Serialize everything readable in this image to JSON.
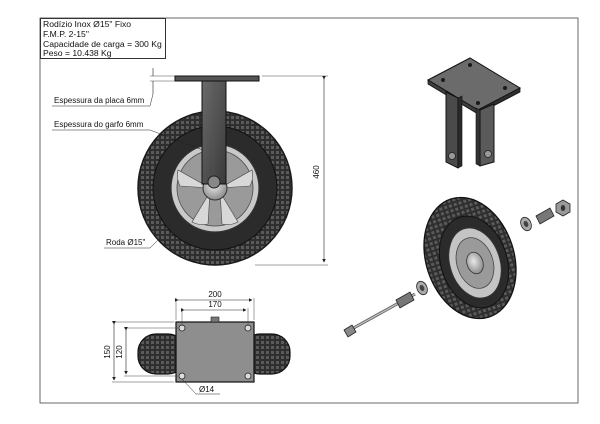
{
  "title_block": {
    "line1": "Rodízio Inox Ø15\" Fixo",
    "line2": "F.M.P. 2-15\"",
    "line3": "Capacidade de carga = 300 Kg",
    "line4": "Peso = 10.438 Kg"
  },
  "side_view": {
    "plate_thickness_label": "Espessura da placa 6mm",
    "fork_thickness_label": "Espessura do garfo 6mm",
    "wheel_label": "Roda Ø15\"",
    "height_dim": "460"
  },
  "top_view": {
    "width_outer": "200",
    "width_inner": "170",
    "height_outer": "150",
    "height_inner": "120",
    "hole_dia": "Ø14"
  },
  "colors": {
    "tire": "#333333",
    "metal": "#8a8a8a",
    "rim": "#b8b8b8",
    "line": "#222222"
  }
}
